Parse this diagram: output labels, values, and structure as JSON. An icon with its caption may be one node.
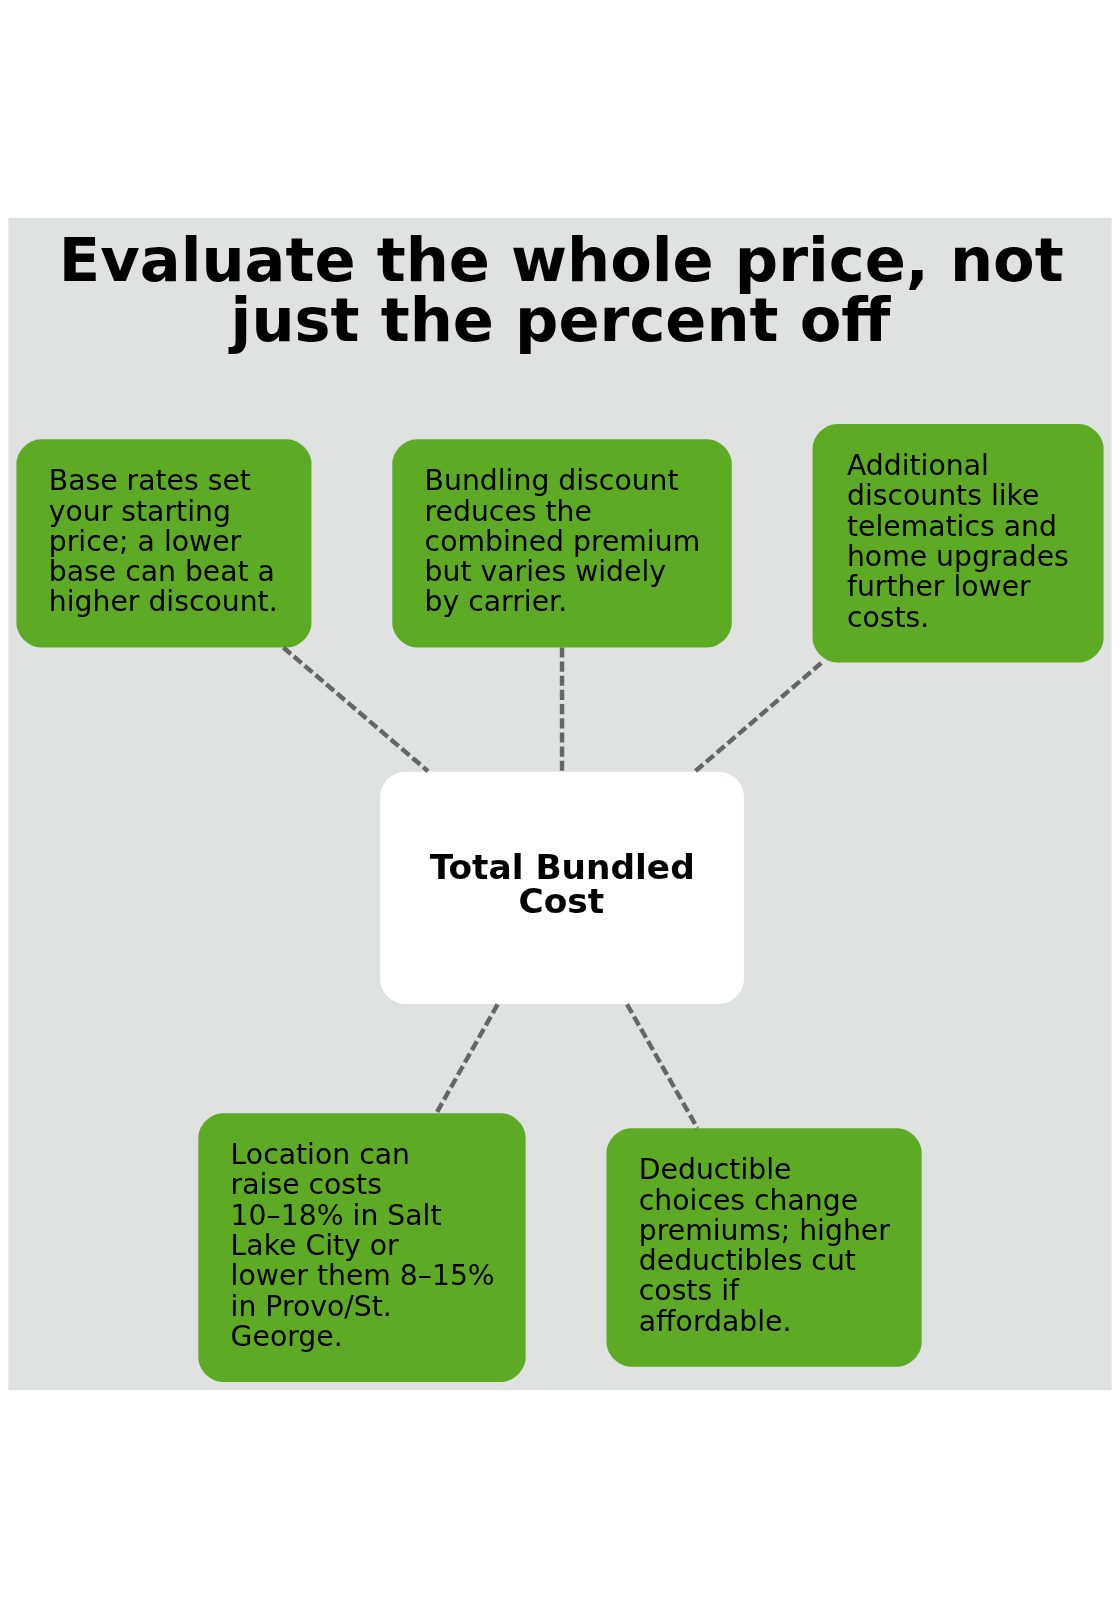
{
  "diagram": {
    "title": "Evaluate the whole price, not just the percent off",
    "nodes": [
      {
        "text": [
          "Base rates set your starting price; a lower base can beat a higher discount."
        ]
      },
      {
        "text": [
          "Bundling discount reduces the combined premium but varies widely by carrier."
        ]
      },
      {
        "text": [
          "Additional discounts like telematics and home upgrades further lower costs."
        ]
      },
      {
        "text": [
          "Total Bundled Cost"
        ]
      },
      {
        "text": [
          "Location can raise costs 10–18% in Salt Lake City or lower them 8–15% in Provo/St. George."
        ]
      },
      {
        "text": [
          "Deductible choices change premiums; higher deductibles cut costs if affordable."
        ]
      }
    ],
    "edges": [
      {
        "from": 0,
        "to": 3,
        "arrow": "none",
        "style": "dashed"
      },
      {
        "from": 1,
        "to": 3,
        "arrow": "none",
        "style": "dashed"
      },
      {
        "from": 2,
        "to": 3,
        "arrow": "none",
        "style": "dashed"
      },
      {
        "from": 3,
        "to": 4,
        "arrow": "none",
        "style": "dashed"
      },
      {
        "from": 3,
        "to": 5,
        "arrow": "none",
        "style": "dashed"
      }
    ]
  }
}
